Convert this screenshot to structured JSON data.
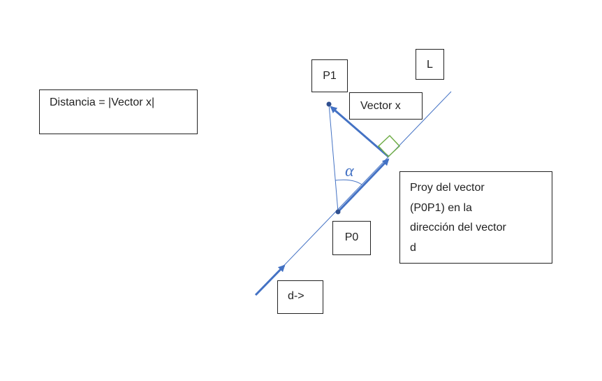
{
  "labels": {
    "distancia": "Distancia = |Vector x|",
    "p1": "P1",
    "l": "L",
    "vector_x": "Vector x",
    "proy": "Proy del vector\n(P0P1) en la\ndirección del vector\nd",
    "p0": "P0",
    "d": "d->",
    "alpha": "α"
  },
  "colors": {
    "line": "#4472c4",
    "arrow": "#4472c4",
    "right_angle": "#70ad47",
    "text": "#222222"
  }
}
